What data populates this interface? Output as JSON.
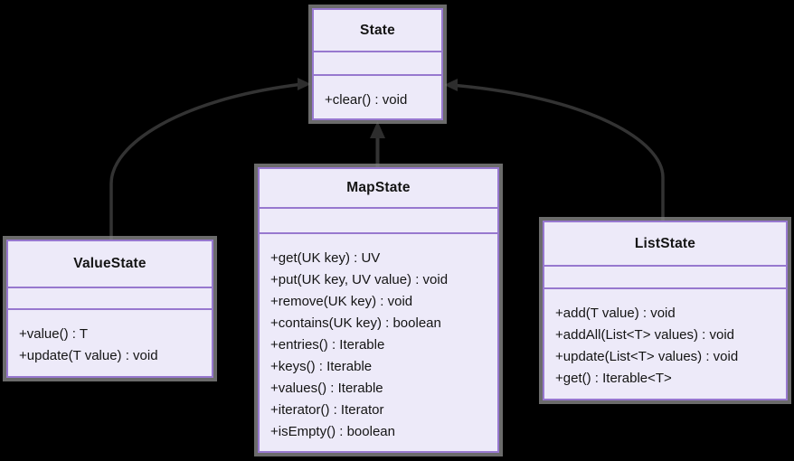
{
  "colors": {
    "background": "#000000",
    "class_fill": "#EDEAF9",
    "class_border": "#9778CF",
    "class_shadow_halo": "#828282",
    "text": "#141414",
    "connector_line": "#333333",
    "arrowhead_fill": "#2D2D2D"
  },
  "classes": [
    {
      "id": "state",
      "name": "State",
      "attributes": [],
      "methods": [
        "+clear() : void"
      ]
    },
    {
      "id": "valuestate",
      "name": "ValueState",
      "attributes": [],
      "methods": [
        "+value() : T",
        "+update(T value) : void"
      ]
    },
    {
      "id": "mapstate",
      "name": "MapState",
      "attributes": [],
      "methods": [
        "+get(UK key) : UV",
        "+put(UK key, UV value) : void",
        "+remove(UK key) : void",
        "+contains(UK key) : boolean",
        "+entries() : Iterable",
        "+keys() : Iterable",
        "+values() : Iterable",
        "+iterator() : Iterator",
        "+isEmpty() : boolean"
      ]
    },
    {
      "id": "liststate",
      "name": "ListState",
      "attributes": [],
      "methods": [
        "+add(T value) : void",
        "+addAll(List<T> values) : void",
        "+update(List<T> values) : void",
        "+get() : Iterable<T>"
      ]
    }
  ],
  "relations": [
    {
      "from": "ValueState",
      "to": "State",
      "type": "inheritance"
    },
    {
      "from": "MapState",
      "to": "State",
      "type": "inheritance"
    },
    {
      "from": "ListState",
      "to": "State",
      "type": "inheritance"
    }
  ]
}
